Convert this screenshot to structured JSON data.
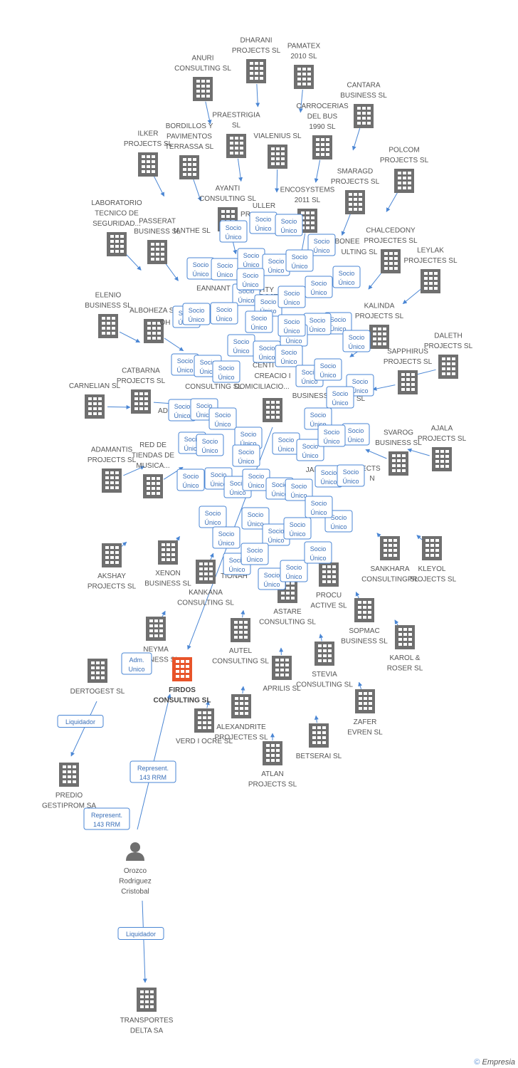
{
  "colors": {
    "edge": "#4a86d4",
    "building": "#6f6f6f",
    "focus_building": "#e8542a",
    "person": "#6f6f6f",
    "badge_text": "#3a6fb8"
  },
  "badges": {
    "socio_line1": "Socio",
    "socio_line2": "Único",
    "adm_line1": "Adm.",
    "adm_line2": "Unico",
    "represent_line1": "Represent.",
    "represent_line2": "143 RRM",
    "liquidador": "Liquidador"
  },
  "footer": {
    "symbol": "©",
    "brand": "Empresia"
  },
  "hub": {
    "label_lines": []
  },
  "focus": {
    "name": "firdos-consulting",
    "label_lines": [
      "FIRDOS",
      "CONSULTING SL"
    ]
  },
  "person": {
    "label_lines": [
      "Orozco",
      "Rodriguez",
      "Cristobal"
    ]
  },
  "nodes": [
    {
      "id": "dharani",
      "label_lines": [
        "DHARANI",
        "PROJECTS SL"
      ]
    },
    {
      "id": "pamatex",
      "label_lines": [
        "PAMATEX",
        "2010  SL"
      ]
    },
    {
      "id": "anuri",
      "label_lines": [
        "ANURI",
        "CONSULTING SL"
      ]
    },
    {
      "id": "cantara",
      "label_lines": [
        "CANTARA",
        "BUSINESS SL"
      ]
    },
    {
      "id": "carrocerias",
      "label_lines": [
        "CARROCERIAS",
        "DEL BUS",
        "1990  SL"
      ]
    },
    {
      "id": "praestrigia",
      "label_lines": [
        "PRAESTRIGIA",
        "SL"
      ]
    },
    {
      "id": "bordillos",
      "label_lines": [
        "BORDILLOS Y",
        "PAVIMENTOS",
        "TERRASSA  SL"
      ]
    },
    {
      "id": "ilker",
      "label_lines": [
        "ILKER",
        "PROJECTS SL"
      ]
    },
    {
      "id": "vialenius",
      "label_lines": [
        "VIALENIUS SL"
      ]
    },
    {
      "id": "polcom",
      "label_lines": [
        "POLCOM",
        "PROJECTS  SL"
      ]
    },
    {
      "id": "smaragd",
      "label_lines": [
        "SMARAGD",
        "PROJECTS SL"
      ]
    },
    {
      "id": "ayanti",
      "label_lines": [
        "AYANTI",
        "CONSULTING SL"
      ]
    },
    {
      "id": "encosystems",
      "label_lines": [
        "ENCOSYSTEMS",
        "2011  SL"
      ]
    },
    {
      "id": "laboratorio",
      "label_lines": [
        "LABORATORIO",
        "TECNICO DE",
        "SEGURIDAD..."
      ]
    },
    {
      "id": "passerat",
      "label_lines": [
        "PASSERAT",
        "BUSINESS SL"
      ]
    },
    {
      "id": "chalcedony",
      "label_lines": [
        "CHALCEDONY",
        "PROJECTES SL"
      ]
    },
    {
      "id": "leylak",
      "label_lines": [
        "LEYLAK",
        "PROJECTES SL"
      ]
    },
    {
      "id": "elenio",
      "label_lines": [
        "ELENIO",
        "BUSINESS SL"
      ]
    },
    {
      "id": "alboheza",
      "label_lines": [
        "ALBOHEZA SL"
      ]
    },
    {
      "id": "kalinda",
      "label_lines": [
        "KALINDA",
        "PROJECTS SL"
      ]
    },
    {
      "id": "daleth",
      "label_lines": [
        "DALETH",
        "PROJECTS SL"
      ]
    },
    {
      "id": "sapphirus",
      "label_lines": [
        "SAPPHIRUS",
        "PROJECTS SL"
      ]
    },
    {
      "id": "catbarna",
      "label_lines": [
        "CATBARNA",
        "PROJECTS SL"
      ]
    },
    {
      "id": "carnelian",
      "label_lines": [
        "CARNELIAN SL"
      ]
    },
    {
      "id": "adamantis",
      "label_lines": [
        "ADAMANTIS",
        "PROJECTS SL"
      ]
    },
    {
      "id": "red-tiendas",
      "label_lines": [
        "RED DE",
        "TIENDAS DE",
        "MUSICA..."
      ]
    },
    {
      "id": "svarog",
      "label_lines": [
        "SVAROG",
        "BUSINESS SL"
      ]
    },
    {
      "id": "ajala",
      "label_lines": [
        "AJALA",
        "PROJECTS SL"
      ]
    },
    {
      "id": "akshay",
      "label_lines": [
        "AKSHAY",
        "PROJECTS SL"
      ]
    },
    {
      "id": "xenon",
      "label_lines": [
        "XENON",
        "BUSINESS SL"
      ]
    },
    {
      "id": "kankana",
      "label_lines": [
        "KANKANA",
        "CONSULTING SL"
      ]
    },
    {
      "id": "sankhara",
      "label_lines": [
        "SANKHARA",
        "CONSULTING SL"
      ]
    },
    {
      "id": "kleyol",
      "label_lines": [
        "KLEYOL",
        "PROJECTS SL"
      ]
    },
    {
      "id": "procu",
      "label_lines": [
        "PROCU",
        "ACTIVE  SL"
      ]
    },
    {
      "id": "astare",
      "label_lines": [
        "ASTARE",
        "CONSULTING SL"
      ]
    },
    {
      "id": "sopmac",
      "label_lines": [
        "SOPMAC",
        "BUSINESS  SL"
      ]
    },
    {
      "id": "neyma",
      "label_lines": [
        "NEYMA",
        "BUSINESS SL"
      ]
    },
    {
      "id": "autel",
      "label_lines": [
        "AUTEL",
        "CONSULTING SL"
      ]
    },
    {
      "id": "karol",
      "label_lines": [
        "KAROL &",
        "ROSER  SL"
      ]
    },
    {
      "id": "dertogest",
      "label_lines": [
        "DERTOGEST  SL"
      ]
    },
    {
      "id": "aprilis",
      "label_lines": [
        "APRILIS SL"
      ]
    },
    {
      "id": "stevia",
      "label_lines": [
        "STEVIA",
        "CONSULTING SL"
      ]
    },
    {
      "id": "zafer",
      "label_lines": [
        "ZAFER",
        "EVREN SL"
      ]
    },
    {
      "id": "alexandrite",
      "label_lines": [
        "ALEXANDRITE",
        "PROJECTES SL"
      ]
    },
    {
      "id": "verd-ocre",
      "label_lines": [
        "VERD I OCRE  SL"
      ]
    },
    {
      "id": "betserai",
      "label_lines": [
        "BETSERAI SL"
      ]
    },
    {
      "id": "atlan",
      "label_lines": [
        "ATLAN",
        "PROJECTS SL"
      ]
    },
    {
      "id": "predio",
      "label_lines": [
        "PREDIO",
        "GESTIPROM SA"
      ]
    },
    {
      "id": "transportes",
      "label_lines": [
        "TRANSPORTES",
        "DELTA SA"
      ]
    }
  ],
  "fragments": [
    "ULLER",
    "PR",
    "BONEE",
    "ULTING SL",
    "EANNANT",
    "HTY",
    "IANTHE SL",
    "OH",
    "AD",
    "CENTI",
    "CREACIO I",
    "DOMICILIACIO...",
    "BUSINESS",
    "CONSULTING SL",
    "JAI",
    "PROJECTS",
    "SL",
    "TIONAH",
    "SL",
    "OJECTS",
    "N",
    "SL"
  ]
}
